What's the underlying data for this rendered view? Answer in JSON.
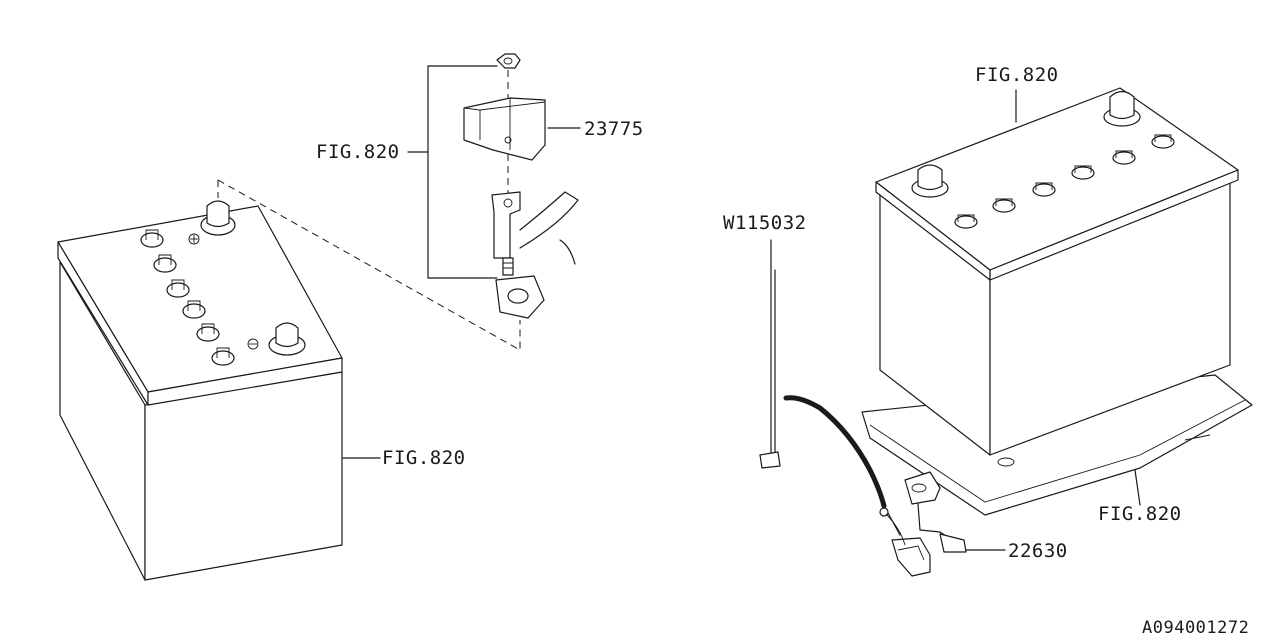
{
  "labels": {
    "fig_left_mid": "FIG.820",
    "part_23775": "23775",
    "fig_left_battery": "FIG.820",
    "w_clip": "W115032",
    "fig_right_battery": "FIG.820",
    "fig_right_tray": "FIG.820",
    "part_22630": "22630",
    "diagram_code": "A094001272"
  },
  "icons": {
    "left_battery": "battery-icon",
    "right_battery": "battery-icon",
    "terminal_assembly": "battery-terminal-icon",
    "cable_tie": "cable-tie-icon",
    "sensor": "battery-sensor-icon",
    "tray": "battery-tray-icon"
  }
}
